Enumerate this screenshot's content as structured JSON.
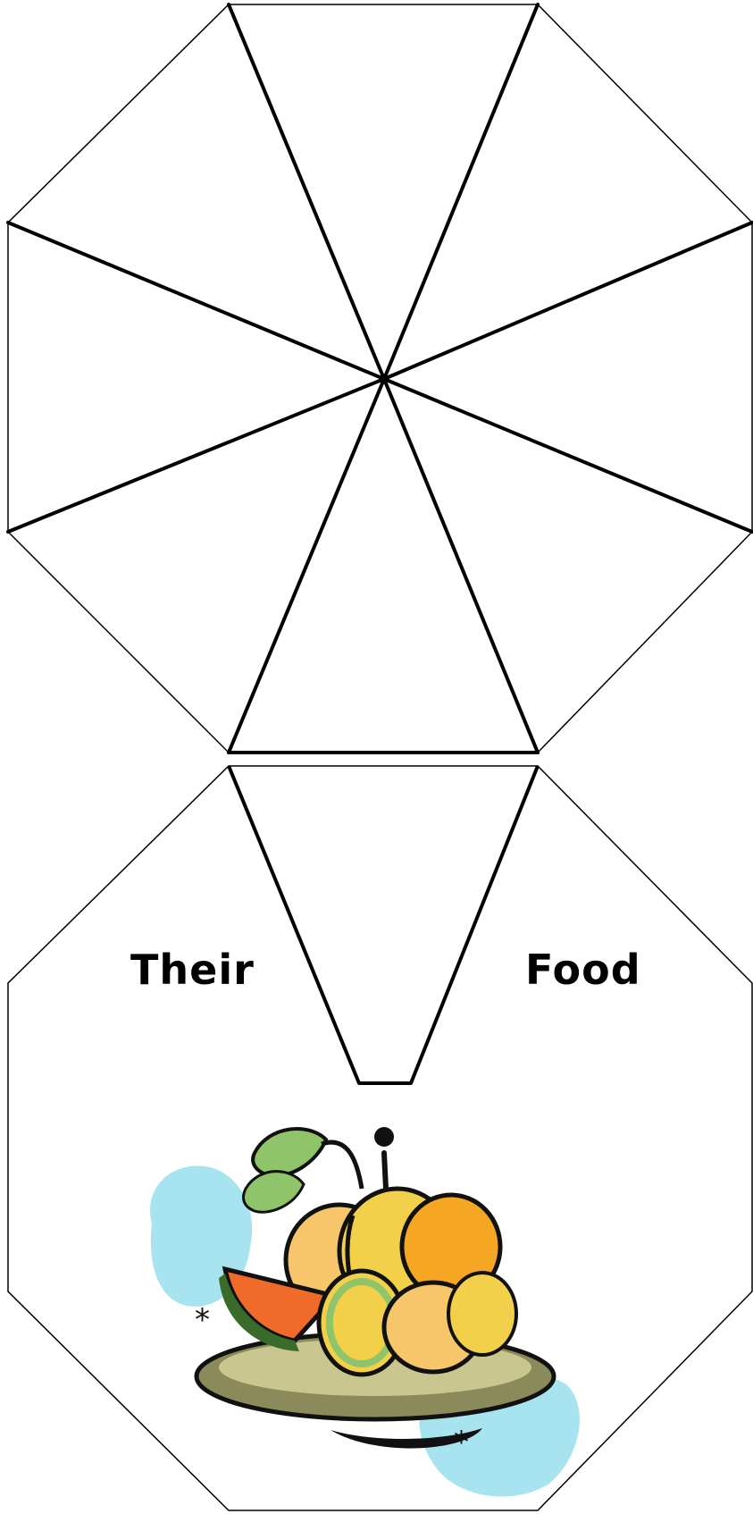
{
  "labels": {
    "left_word": "Their",
    "right_word": "Food"
  },
  "illustration": {
    "subject": "fruit-bowl-clipart",
    "colors": {
      "orange": "#f5a623",
      "peach": "#f8c66a",
      "yellow": "#f3d04a",
      "leaf_green": "#8fc46a",
      "dark_green": "#3b6b2a",
      "watermelon_red": "#f06a2a",
      "cyan_splash": "#a8e4ef",
      "plate_olive": "#8a8a5a",
      "ink": "#111111"
    }
  },
  "colors": {
    "line": "#000000",
    "background": "#ffffff"
  }
}
